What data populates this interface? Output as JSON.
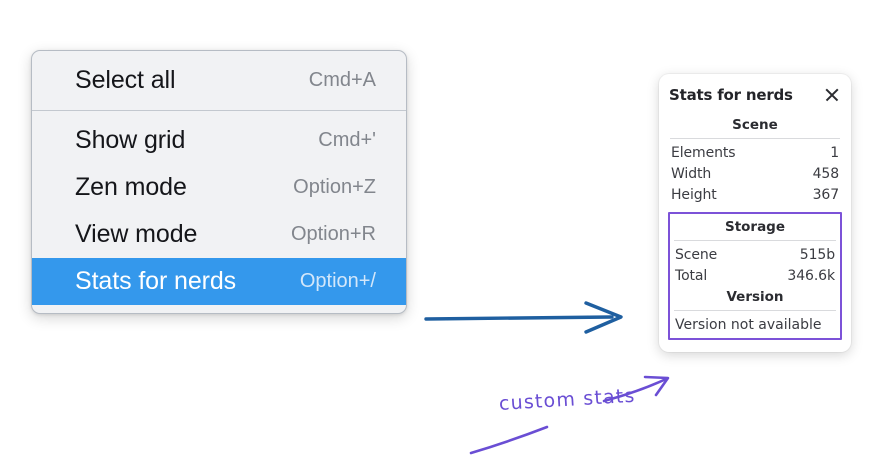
{
  "context_menu": {
    "name": "context-menu",
    "groups": [
      {
        "items": [
          {
            "label": "Select all",
            "shortcut": "Cmd+A",
            "selected": false
          }
        ]
      },
      {
        "items": [
          {
            "label": "Show grid",
            "shortcut": "Cmd+'",
            "selected": false
          },
          {
            "label": "Zen mode",
            "shortcut": "Option+Z",
            "selected": false
          },
          {
            "label": "View mode",
            "shortcut": "Option+R",
            "selected": false
          },
          {
            "label": "Stats for nerds",
            "shortcut": "Option+/",
            "selected": true
          }
        ]
      }
    ]
  },
  "stats_panel": {
    "title": "Stats for nerds",
    "close_icon": "close-icon",
    "scene": {
      "heading": "Scene",
      "rows": [
        {
          "key": "Elements",
          "value": "1"
        },
        {
          "key": "Width",
          "value": "458"
        },
        {
          "key": "Height",
          "value": "367"
        }
      ]
    },
    "storage": {
      "heading": "Storage",
      "rows": [
        {
          "key": "Scene",
          "value": "515b"
        },
        {
          "key": "Total",
          "value": "346.6k"
        }
      ]
    },
    "version": {
      "heading": "Version",
      "note": "Version not available"
    }
  },
  "annotations": {
    "label": "custom stats",
    "colors": {
      "highlight_blue": "#3498ec",
      "arrow_blue": "#1f5fa0",
      "annotation_purple": "#6a4ed4",
      "highlight_box_purple": "#7c52d8"
    }
  }
}
